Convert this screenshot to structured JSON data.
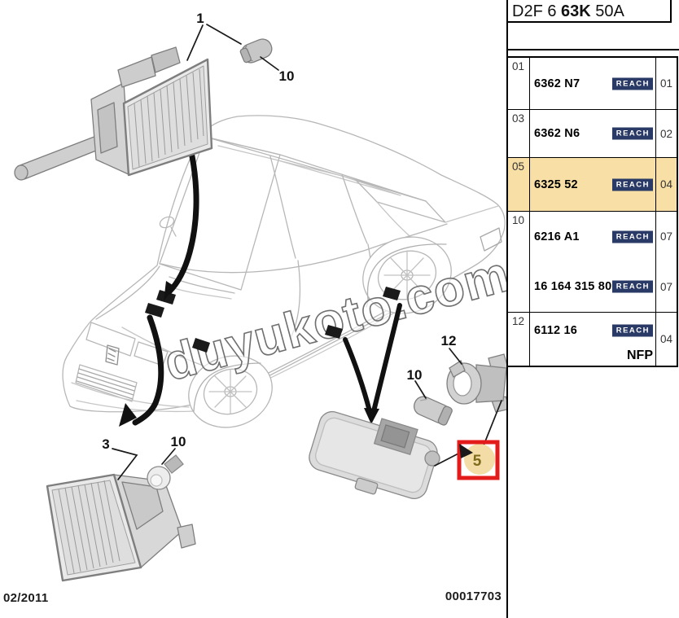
{
  "title": {
    "part1": "D2F 6 ",
    "bold": "63K",
    "part3": " 50A"
  },
  "table": {
    "reach_label": "REACH",
    "rows": [
      {
        "index": "01",
        "lines": [
          {
            "part": "6362 N7",
            "ref": "01"
          }
        ]
      },
      {
        "index": "03",
        "lines": [
          {
            "part": "6362 N6",
            "ref": "02"
          }
        ]
      },
      {
        "index": "05",
        "highlighted": true,
        "lines": [
          {
            "part": "6325 52",
            "ref": "04"
          }
        ]
      },
      {
        "index": "10",
        "lines": [
          {
            "part": "6216 A1",
            "ref": "07"
          },
          {
            "part": "16 164 315 80",
            "ref": "07"
          }
        ]
      },
      {
        "index": "12",
        "lines": [
          {
            "part": "6112 16",
            "ref": "04"
          }
        ],
        "note": "NFP"
      }
    ]
  },
  "diagram": {
    "watermark": "duyukoto.com",
    "callouts": {
      "top_lamp": "1",
      "top_bulb": "10",
      "bottom_lamp": "3",
      "bottom_bulb": "10",
      "side_bulb": "10",
      "bulb_socket": "12",
      "side_marker": "5"
    }
  },
  "footer": {
    "date": "02/2011",
    "number": "00017703"
  },
  "colors": {
    "highlight_row": "#F7DFA6",
    "reach_badge_bg": "#2A3A66",
    "marker_box_red": "#E31B1B",
    "marker_circle_tan": "#F3DCA6",
    "callout5_text": "#7D6C1B"
  }
}
